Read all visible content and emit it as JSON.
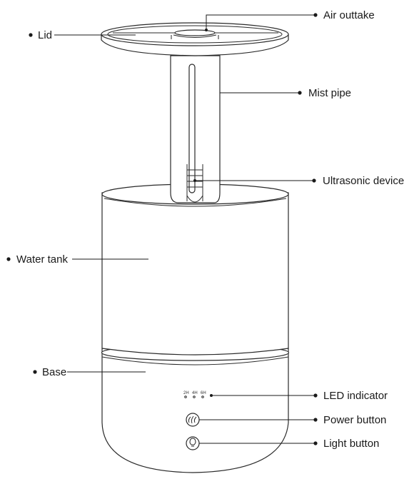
{
  "labels": {
    "air_outtake": "Air outtake",
    "lid": "Lid",
    "mist_pipe": "Mist pipe",
    "ultrasonic_device": "Ultrasonic device",
    "water_tank": "Water tank",
    "base": "Base",
    "led_indicator": "LED indicator",
    "power_button": "Power button",
    "light_button": "Light button"
  },
  "led_timers": [
    "2H",
    "4H",
    "6H"
  ],
  "colors": {
    "line": "#2a2a2a",
    "background": "#ffffff"
  },
  "icons": {
    "power": "mist-power-icon",
    "light": "light-bulb-icon"
  }
}
